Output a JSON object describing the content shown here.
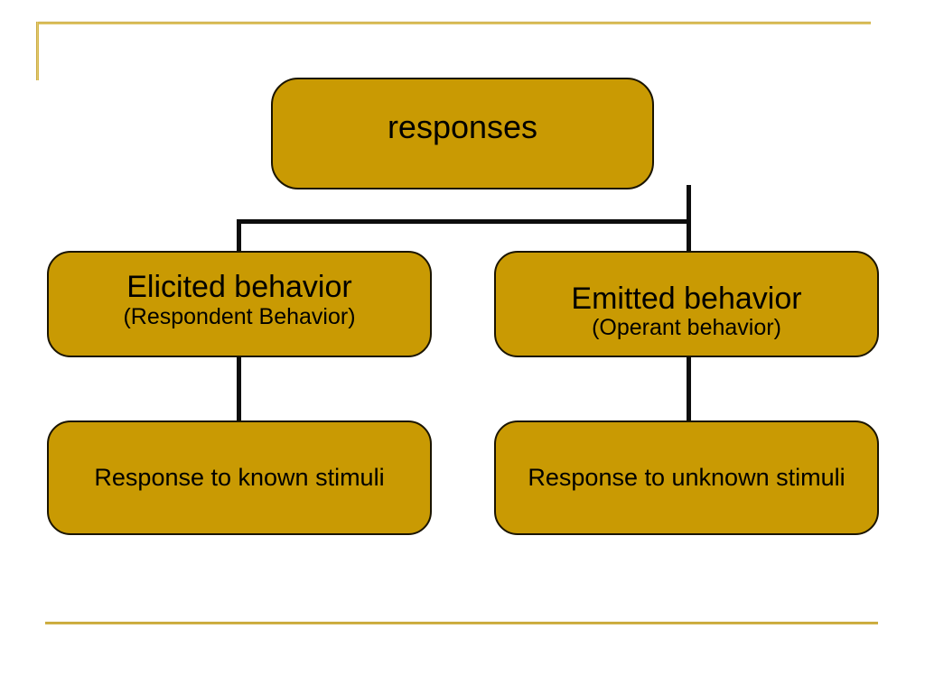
{
  "slide": {
    "background_color": "#FFFFFF",
    "accent_rule_color": "#C9A227",
    "node_fill_color": "#C99A03",
    "node_border_color": "#1A1400",
    "connector_color": "#0D0D0D"
  },
  "diagram": {
    "type": "hierarchy-tree",
    "root": {
      "id": "responses",
      "label": "responses"
    },
    "branches": [
      {
        "id": "elicited",
        "label": "Elicited behavior",
        "sublabel": "(Respondent Behavior)",
        "child": {
          "id": "known-stimuli",
          "label": "Response to known stimuli"
        }
      },
      {
        "id": "emitted",
        "label": "Emitted behavior",
        "sublabel": "(Operant behavior)",
        "child": {
          "id": "unknown-stimuli",
          "label": "Response to unknown stimuli"
        }
      }
    ]
  }
}
